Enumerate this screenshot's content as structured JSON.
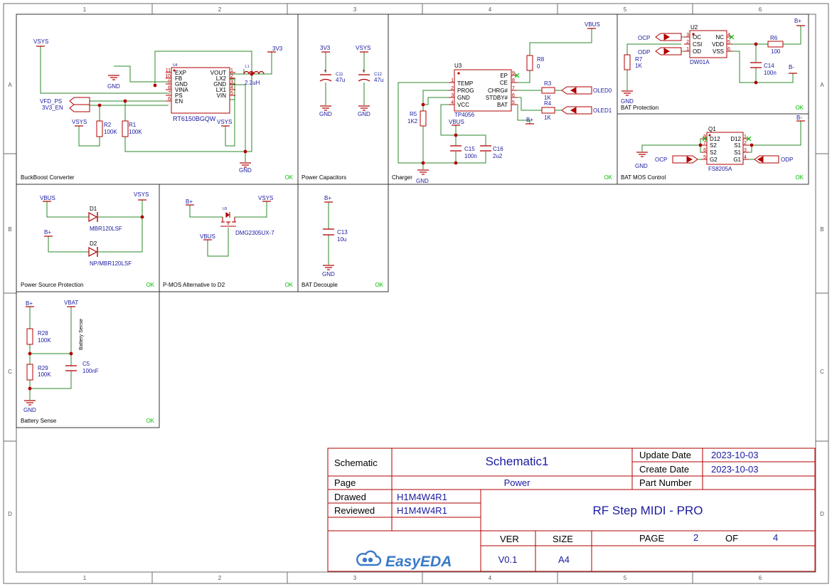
{
  "frame": {
    "cols": [
      "1",
      "2",
      "3",
      "4",
      "5",
      "6"
    ],
    "rows": [
      "A",
      "B",
      "C",
      "D"
    ]
  },
  "colors": {
    "frame": "#6b6b6b",
    "wire": "#2a8a2a",
    "part": "#b00000",
    "label": "#1a1aa0",
    "netlabel": "#1a1aa0",
    "ok": "#00c000",
    "titleblock": "#b00000"
  },
  "blocks": {
    "buckboost": {
      "title": "BuckBoost Converter",
      "status": "OK"
    },
    "powercaps": {
      "title": "Power Capacitors",
      "status": ""
    },
    "charger": {
      "title": "Charger",
      "status": "OK"
    },
    "batprot": {
      "title": "BAT Protection",
      "status": "OK"
    },
    "batmos": {
      "title": "BAT MOS Control",
      "status": "OK"
    },
    "psprot": {
      "title": "Power Source Protection",
      "status": "OK"
    },
    "pmos": {
      "title": "P-MOS Alternative to D2",
      "status": "OK"
    },
    "batdec": {
      "title": "BAT Decouple",
      "status": "OK"
    },
    "batsense": {
      "title": "Battery Sense",
      "status": "OK"
    }
  },
  "nets": {
    "vsys": "VSYS",
    "v3v3": "3V3",
    "gnd": "GND",
    "vbus": "VBUS",
    "vbat": "VBAT",
    "bplus": "B+",
    "bminus": "B-",
    "ocp": "OCP",
    "odp": "ODP",
    "oled0": "OLED0",
    "oled1": "OLED1",
    "vfd_ps": "VFD_PS",
    "en": "3V3_EN"
  },
  "parts": {
    "u4": {
      "ref": "U4",
      "value": "RT6150BGQW",
      "left_pins": [
        [
          "11",
          "EXP"
        ],
        [
          "10",
          "FB"
        ],
        [
          "9",
          "GND"
        ],
        [
          "8",
          "VINA"
        ],
        [
          "7",
          "PS"
        ],
        [
          "6",
          "EN"
        ]
      ],
      "right_pins": [
        [
          "VOUT",
          "1"
        ],
        [
          "LX2",
          "2"
        ],
        [
          "GND",
          "3"
        ],
        [
          "LX1",
          "4"
        ],
        [
          "VIN",
          "5"
        ]
      ]
    },
    "l1": {
      "ref": "L1",
      "value": "2.2uH"
    },
    "r2": {
      "ref": "R2",
      "value": "100K"
    },
    "r1": {
      "ref": "R1",
      "value": "100K"
    },
    "c11": {
      "ref": "C11",
      "value": "47u"
    },
    "c12": {
      "ref": "C12",
      "value": "47u"
    },
    "u3": {
      "ref": "U3",
      "value": "TP4056",
      "left_pins": [
        [
          "1",
          "TEMP"
        ],
        [
          "2",
          "PROG"
        ],
        [
          "3",
          "GND"
        ],
        [
          "4",
          "VCC"
        ]
      ],
      "right_pins": [
        [
          "EP",
          "9"
        ],
        [
          "CE",
          "8"
        ],
        [
          "CHRG#",
          "7"
        ],
        [
          "STDBY#",
          "6"
        ],
        [
          "BAT",
          "5"
        ]
      ]
    },
    "r8": {
      "ref": "R8",
      "value": "0"
    },
    "r3": {
      "ref": "R3",
      "value": "1K"
    },
    "r4": {
      "ref": "R4",
      "value": "1K"
    },
    "r5": {
      "ref": "R5",
      "value": "1K2"
    },
    "c15": {
      "ref": "C15",
      "value": "100n"
    },
    "c16": {
      "ref": "C16",
      "value": "2u2"
    },
    "u2": {
      "ref": "U2",
      "value": "DW01A",
      "left_pins": [
        [
          "3",
          "OC"
        ],
        [
          "2",
          "CSI"
        ],
        [
          "1",
          "OD"
        ]
      ],
      "right_pins": [
        [
          "NC",
          "4"
        ],
        [
          "VDD",
          "5"
        ],
        [
          "VSS",
          "6"
        ]
      ]
    },
    "r6": {
      "ref": "R6",
      "value": "100"
    },
    "r7": {
      "ref": "R7",
      "value": "1K"
    },
    "c14": {
      "ref": "C14",
      "value": "100n"
    },
    "q1": {
      "ref": "Q1",
      "value": "FS8205A",
      "left_pins": [
        [
          "8",
          "D12"
        ],
        [
          "7",
          "S2"
        ],
        [
          "6",
          "S2"
        ],
        [
          "5",
          "G2"
        ]
      ],
      "right_pins": [
        [
          "D12",
          "1"
        ],
        [
          "S1",
          "2"
        ],
        [
          "S1",
          "3"
        ],
        [
          "G1",
          "4"
        ]
      ]
    },
    "d1": {
      "ref": "D1",
      "value": "MBR120LSF"
    },
    "d2": {
      "ref": "D2",
      "value": "NP/MBR120LSF"
    },
    "u5": {
      "ref": "U5",
      "value": "DMG2305UX-7"
    },
    "c13": {
      "ref": "C13",
      "value": "10u"
    },
    "r28": {
      "ref": "R28",
      "value": "100K"
    },
    "r29": {
      "ref": "R29",
      "value": "100K"
    },
    "c5": {
      "ref": "C5",
      "value": "100nF"
    },
    "batsense_label": "Battery Sense"
  },
  "titleblock": {
    "schematic_label": "Schematic",
    "schematic_value": "Schematic1",
    "page_label": "Page",
    "page_value": "Power",
    "update_label": "Update Date",
    "update_value": "2023-10-03",
    "create_label": "Create Date",
    "create_value": "2023-10-03",
    "partnum_label": "Part Number",
    "partnum_value": "",
    "drawed_label": "Drawed",
    "drawed_value": "H1M4W4R1",
    "reviewed_label": "Reviewed",
    "reviewed_value": "H1M4W4R1",
    "project": "RF Step MIDI - PRO",
    "ver_label": "VER",
    "ver_value": "V0.1",
    "size_label": "SIZE",
    "size_value": "A4",
    "page_num_label": "PAGE",
    "page_num_value": "2",
    "of_label": "OF",
    "of_value": "4",
    "logo_text": "EasyEDA"
  }
}
